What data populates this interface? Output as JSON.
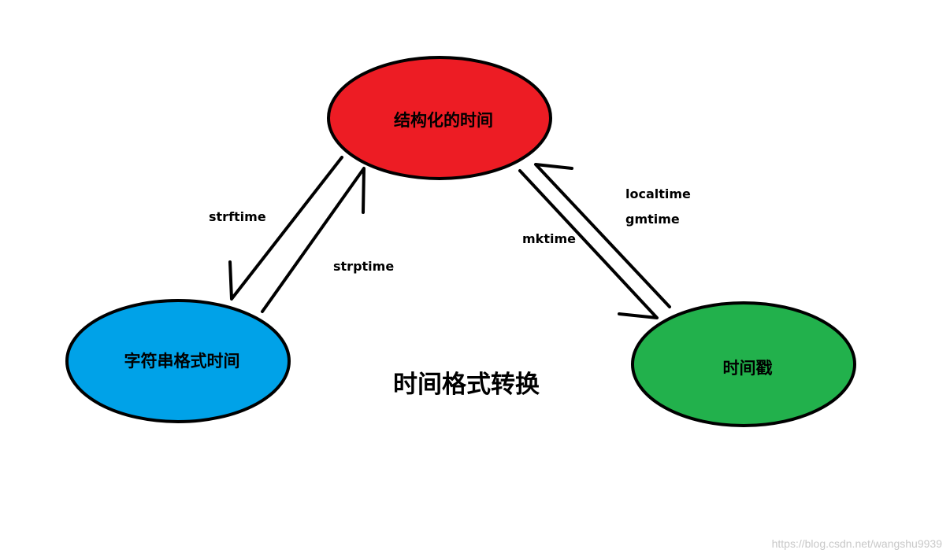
{
  "title": "时间格式转换",
  "colors": {
    "structured": "#ed1c24",
    "string": "#00a2e8",
    "timestamp": "#22b14c",
    "outline": "#000000"
  },
  "nodes": {
    "structured": {
      "label": "结构化的时间"
    },
    "string": {
      "label": "字符串格式时间"
    },
    "timestamp": {
      "label": "时间戳"
    }
  },
  "edges": {
    "strftime": {
      "label": "strftime"
    },
    "strptime": {
      "label": "strptime"
    },
    "mktime": {
      "label": "mktime"
    },
    "localtime": {
      "label": "localtime"
    },
    "gmtime": {
      "label": "gmtime"
    }
  },
  "watermark": "https://blog.csdn.net/wangshu9939"
}
